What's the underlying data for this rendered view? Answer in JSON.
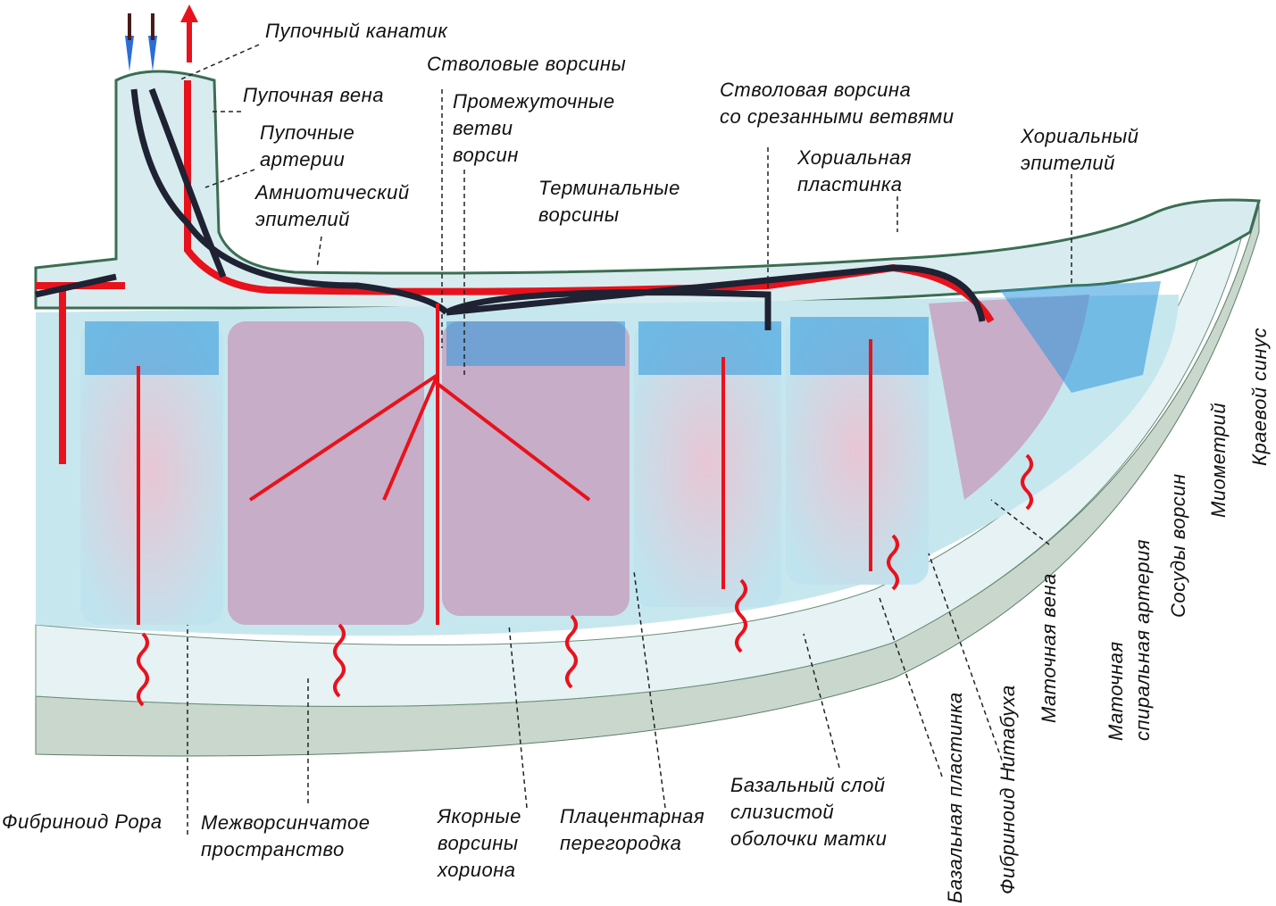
{
  "labels": {
    "umbilical_cord": "Пупочный канатик",
    "stem_villi": "Стволовые ворсины",
    "umbilical_vein": "Пупочная вена",
    "intermediate_1": "Промежуточные",
    "intermediate_2": "ветви",
    "intermediate_3": "ворсин",
    "stem_cut_1": "Стволовая ворсина",
    "stem_cut_2": "со срезанными ветвями",
    "umbilical_arteries_1": "Пупочные",
    "umbilical_arteries_2": "артерии",
    "chorionic_plate_1": "Хориальная",
    "chorionic_plate_2": "пластинка",
    "chorionic_epi_1": "Хориальный",
    "chorionic_epi_2": "эпителий",
    "amniotic_1": "Амниотический",
    "amniotic_2": "эпителий",
    "terminal_1": "Терминальные",
    "terminal_2": "ворсины",
    "marginal_sinus": "Краевой синус",
    "myometrium": "Миометрий",
    "villous_vessels": "Сосуды ворсин",
    "spiral_artery_1": "Маточная",
    "spiral_artery_2": "спиральная артерия",
    "uterine_vein": "Маточная вена",
    "nitabuch": "Фибриноид Нитабуха",
    "basal_plate": "Базальная пластинка",
    "rohr": "Фибриноид Рора",
    "intervillous_1": "Межворсинчатое",
    "intervillous_2": "пространство",
    "anchoring_1": "Якорные",
    "anchoring_2": "ворсины",
    "anchoring_3": "хориона",
    "septum_1": "Плацентарная",
    "septum_2": "перегородка",
    "decidua_1": "Базальный слой",
    "decidua_2": "слизистой",
    "decidua_3": "оболочки матки"
  },
  "colors": {
    "artery": "#e8121c",
    "vein": "#1e2233",
    "blood": "#2a8fd6",
    "bg": "#d8ecf0",
    "villus": "#c8a0b8"
  }
}
